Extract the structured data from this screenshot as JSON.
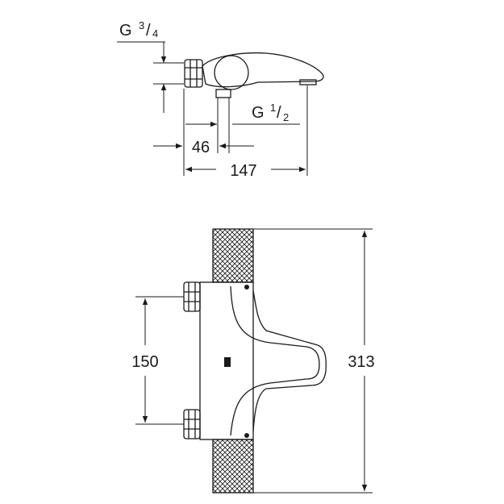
{
  "top_view": {
    "inlet_thread": {
      "prefix": "G",
      "numerator": "3",
      "denominator": "4"
    },
    "outlet_thread": {
      "prefix": "G",
      "numerator": "1",
      "denominator": "2"
    },
    "dim_offset": "46",
    "dim_length": "147"
  },
  "front_view": {
    "dim_centers": "150",
    "dim_height": "313"
  }
}
